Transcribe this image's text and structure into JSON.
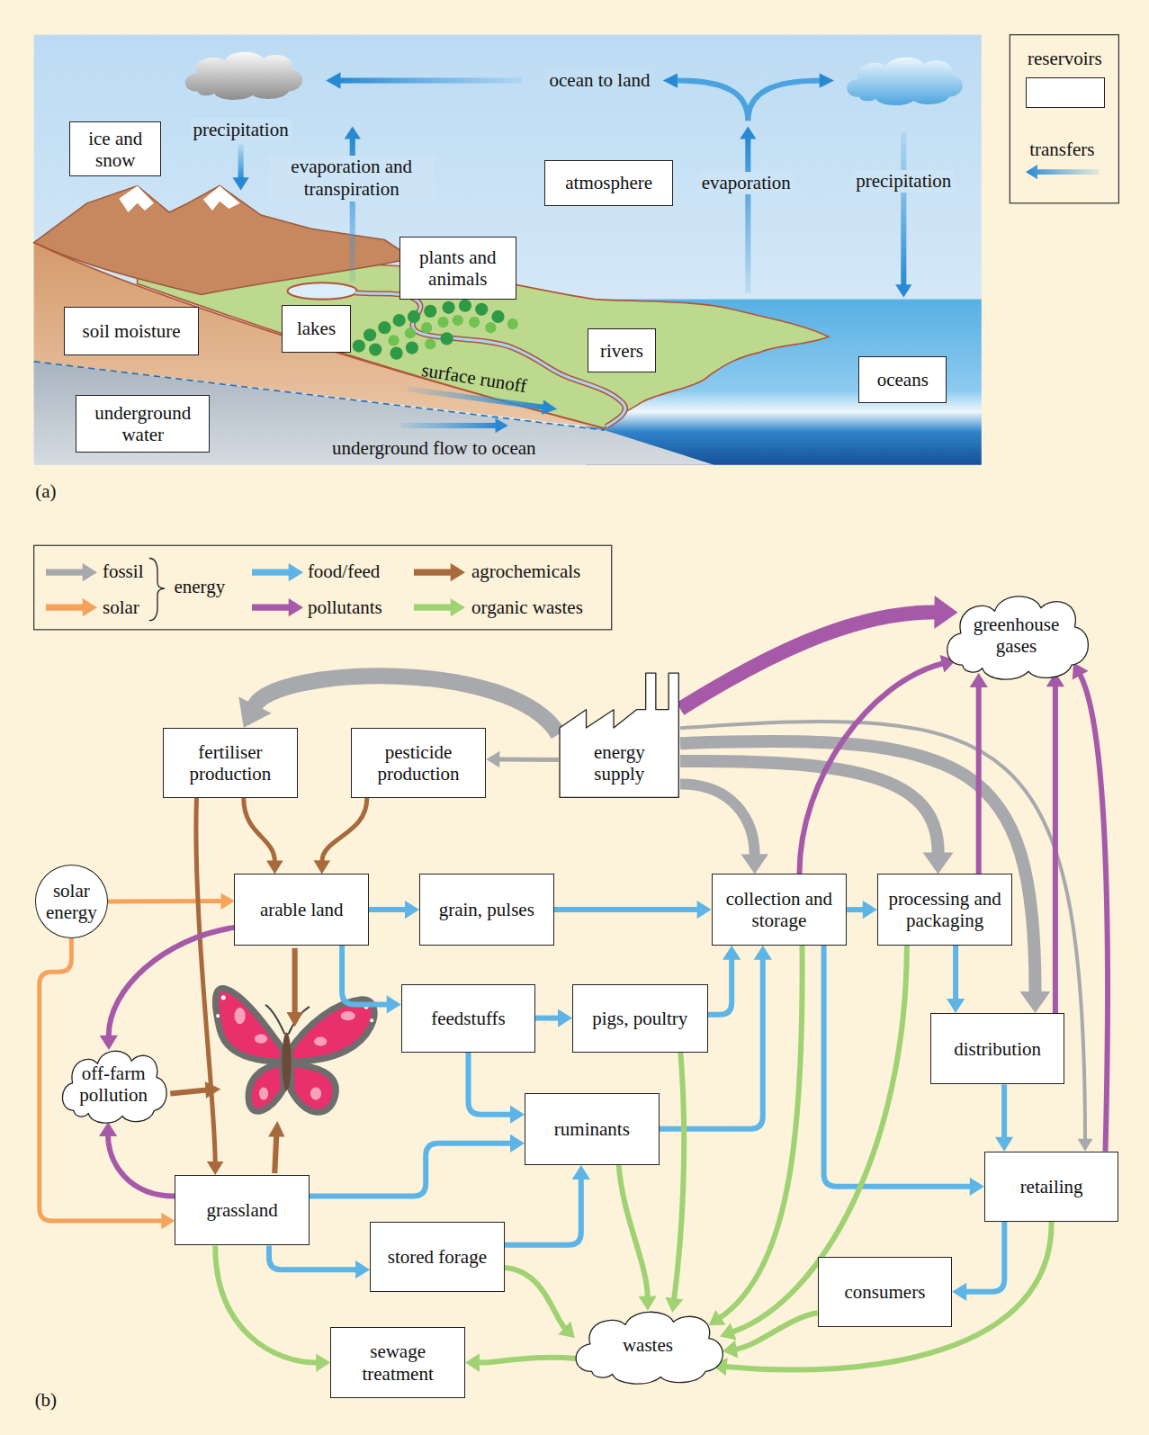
{
  "diagram": {
    "nodes": [
      {
        "text": [
          "ice and snow"
        ]
      },
      {
        "text": [
          "atmosphere"
        ]
      },
      {
        "text": [
          "plants and animals"
        ]
      },
      {
        "text": [
          "soil moisture"
        ]
      },
      {
        "text": [
          "lakes"
        ]
      },
      {
        "text": [
          "rivers"
        ]
      },
      {
        "text": [
          "oceans"
        ]
      },
      {
        "text": [
          "underground water"
        ]
      },
      {
        "text": [
          "greenhouse gases"
        ]
      },
      {
        "text": [
          "fertiliser production"
        ]
      },
      {
        "text": [
          "pesticide production"
        ]
      },
      {
        "text": [
          "energy supply"
        ]
      },
      {
        "text": [
          "solar energy"
        ]
      },
      {
        "text": [
          "arable land"
        ]
      },
      {
        "text": [
          "grain, pulses"
        ]
      },
      {
        "text": [
          "collection and storage"
        ]
      },
      {
        "text": [
          "processing and packaging"
        ]
      },
      {
        "text": [
          "feedstuffs"
        ]
      },
      {
        "text": [
          "pigs, poultry"
        ]
      },
      {
        "text": [
          "off-farm pollution"
        ]
      },
      {
        "text": [
          "distribution"
        ]
      },
      {
        "text": [
          "ruminants"
        ]
      },
      {
        "text": [
          "retailing"
        ]
      },
      {
        "text": [
          "grassland"
        ]
      },
      {
        "text": [
          "stored forage"
        ]
      },
      {
        "text": [
          "consumers"
        ]
      },
      {
        "text": [
          "wastes"
        ]
      },
      {
        "text": [
          "sewage treatment"
        ]
      }
    ],
    "edges": [
      {
        "from": 11,
        "to": 9,
        "arrow": "to"
      },
      {
        "from": 11,
        "to": 10,
        "arrow": "to"
      },
      {
        "from": 11,
        "to": 15,
        "arrow": "to"
      },
      {
        "from": 11,
        "to": 16,
        "arrow": "to"
      },
      {
        "from": 11,
        "to": 20,
        "arrow": "to"
      },
      {
        "from": 11,
        "to": 22,
        "arrow": "to"
      },
      {
        "from": 11,
        "to": 8,
        "arrow": "to"
      },
      {
        "from": 12,
        "to": 13,
        "arrow": "to"
      },
      {
        "from": 12,
        "to": 23,
        "arrow": "to"
      },
      {
        "from": 13,
        "to": 14,
        "arrow": "to"
      },
      {
        "from": 13,
        "to": 17,
        "arrow": "to"
      },
      {
        "from": 14,
        "to": 15,
        "arrow": "to"
      },
      {
        "from": 15,
        "to": 16,
        "arrow": "to"
      },
      {
        "from": 17,
        "to": 18,
        "arrow": "to"
      },
      {
        "from": 17,
        "to": 21,
        "arrow": "to"
      },
      {
        "from": 18,
        "to": 15,
        "arrow": "to"
      },
      {
        "from": 21,
        "to": 15,
        "arrow": "to"
      },
      {
        "from": 23,
        "to": 21,
        "arrow": "to"
      },
      {
        "from": 23,
        "to": 24,
        "arrow": "to"
      },
      {
        "from": 24,
        "to": 21,
        "arrow": "to"
      },
      {
        "from": 16,
        "to": 20,
        "arrow": "to"
      },
      {
        "from": 15,
        "to": 22,
        "arrow": "to"
      },
      {
        "from": 20,
        "to": 22,
        "arrow": "to"
      },
      {
        "from": 22,
        "to": 25,
        "arrow": "to"
      },
      {
        "from": 9,
        "to": 13,
        "arrow": "to"
      },
      {
        "from": 10,
        "to": 13,
        "arrow": "to"
      },
      {
        "from": 9,
        "to": 23,
        "arrow": "to"
      },
      {
        "from": 15,
        "to": 8,
        "arrow": "to"
      },
      {
        "from": 16,
        "to": 8,
        "arrow": "to"
      },
      {
        "from": 20,
        "to": 8,
        "arrow": "to"
      },
      {
        "from": 22,
        "to": 8,
        "arrow": "to"
      },
      {
        "from": 13,
        "to": 19,
        "arrow": "to"
      },
      {
        "from": 23,
        "to": 19,
        "arrow": "to"
      },
      {
        "from": 23,
        "to": 27,
        "arrow": "to"
      },
      {
        "from": 24,
        "to": 26,
        "arrow": "to"
      },
      {
        "from": 18,
        "to": 26,
        "arrow": "to"
      },
      {
        "from": 21,
        "to": 26,
        "arrow": "to"
      },
      {
        "from": 15,
        "to": 26,
        "arrow": "to"
      },
      {
        "from": 16,
        "to": 26,
        "arrow": "to"
      },
      {
        "from": 25,
        "to": 26,
        "arrow": "to"
      },
      {
        "from": 22,
        "to": 26,
        "arrow": "to"
      },
      {
        "from": 26,
        "to": 27,
        "arrow": "to"
      }
    ],
    "labels": [
      "precipitation",
      "ocean to land",
      "evaporation and transpiration",
      "evaporation",
      "precipitation",
      "surface runoff",
      "underground flow to ocean",
      "(a)",
      "energy",
      "(b)"
    ],
    "legend": [
      {
        "text": "reservoirs"
      },
      {
        "text": "transfers"
      },
      {
        "text": "fossil",
        "color": "#a7a9ac"
      },
      {
        "text": "solar",
        "color": "#f5a25c"
      },
      {
        "text": "food/feed",
        "color": "#5cb5e6"
      },
      {
        "text": "pollutants",
        "color": "#a559a8"
      },
      {
        "text": "agrochemicals",
        "color": "#a8693c"
      },
      {
        "text": "organic wastes",
        "color": "#a0d273"
      }
    ]
  }
}
